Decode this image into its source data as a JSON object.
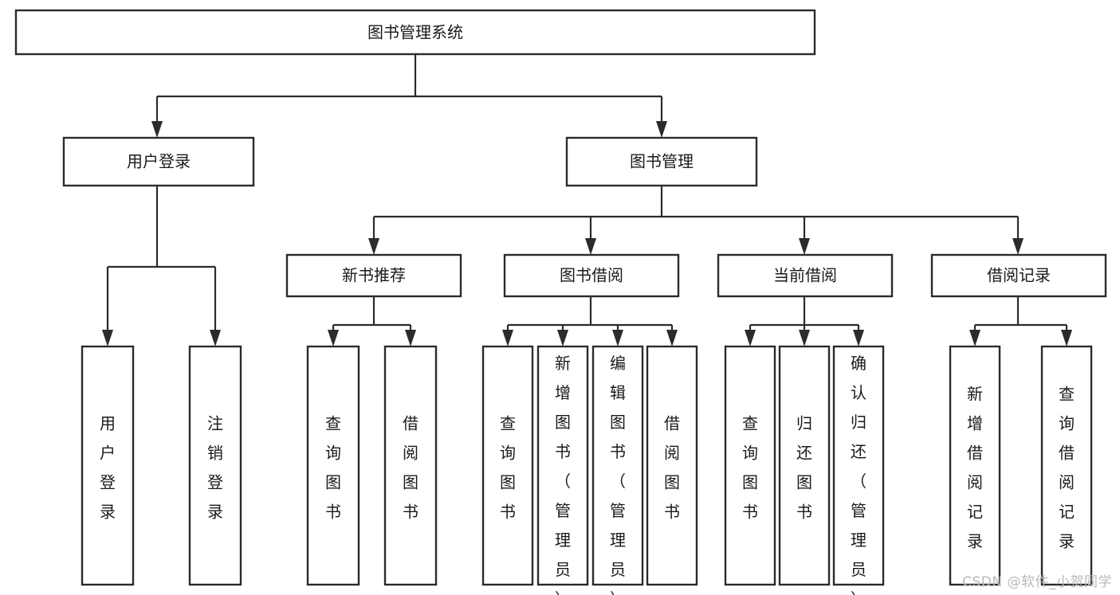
{
  "diagram": {
    "kind": "tree-hierarchy-chart",
    "root": {
      "label": "图书管理系统"
    },
    "level2": [
      {
        "label": "用户登录"
      },
      {
        "label": "图书管理"
      }
    ],
    "level3": [
      {
        "label": "新书推荐"
      },
      {
        "label": "图书借阅"
      },
      {
        "label": "当前借阅"
      },
      {
        "label": "借阅记录"
      }
    ],
    "leaves": {
      "user_login": [
        "用户登录",
        "注销登录"
      ],
      "new_book": [
        "查询图书",
        "借阅图书"
      ],
      "book_borrow": [
        "查询图书",
        "新增图书（管理员）",
        "编辑图书（管理员）",
        "借阅图书"
      ],
      "current_borrow": [
        "查询图书",
        "归还图书",
        "确认归还（管理员）"
      ],
      "borrow_record": [
        "新增借阅记录",
        "查询借阅记录"
      ]
    }
  },
  "watermark": {
    "text": "CSDN @软件_小贺同学"
  },
  "colors": {
    "stroke": "#2b2b2b",
    "fill": "#ffffff",
    "text": "#1a1a1a",
    "watermark": "#b9b9b9",
    "background": "#ffffff"
  }
}
